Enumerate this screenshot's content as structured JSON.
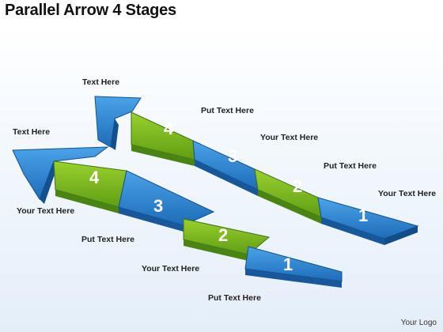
{
  "title": "Parallel Arrow 4 Stages",
  "labels": {
    "top_tip": "Text Here",
    "top_4": "Put Text Here",
    "top_3": "Your Text Here",
    "top_2": "Put Text Here",
    "top_1": "Your Text Here",
    "bottom_tip": "Text Here",
    "bottom_4": "Your Text Here",
    "bottom_3": "Put Text Here",
    "bottom_2": "Your Text Here",
    "bottom_1": "Put Text Here"
  },
  "stage_numbers": [
    "1",
    "2",
    "3",
    "4"
  ],
  "logo": "Your Logo",
  "colors": {
    "blue": "#2f86d2",
    "blue_dark": "#1d5fa3",
    "green": "#7bbd1f",
    "green_dark": "#4f8a12"
  }
}
